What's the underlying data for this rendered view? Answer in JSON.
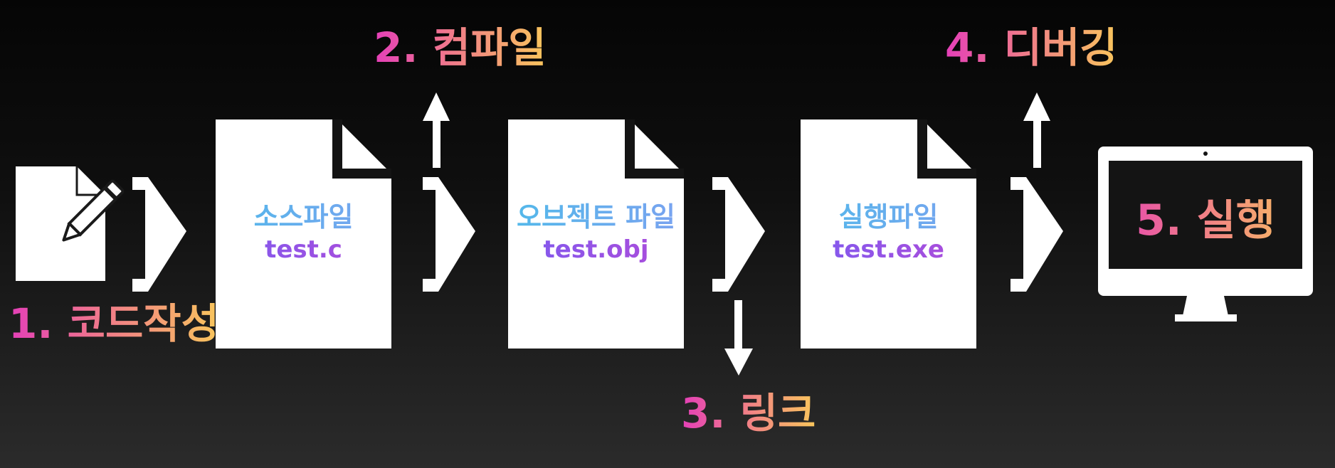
{
  "steps": {
    "write": "1. 코드작성",
    "compile": "2. 컴파일",
    "link": "3. 링크",
    "debug": "4. 디버깅",
    "run": "5. 실행"
  },
  "files": [
    {
      "title": "소스파일",
      "name": "test.c"
    },
    {
      "title": "오브젝트 파일",
      "name": "test.obj"
    },
    {
      "title": "실행파일",
      "name": "test.exe"
    }
  ],
  "colors": {
    "background": "#0a0a0a",
    "shape": "#ffffff",
    "label_gradient_start": "#e43fb8",
    "label_gradient_end": "#f9c65c",
    "file_title_color": "#52b9ea",
    "file_name_color": "#7d5bf0"
  },
  "icons": [
    "edit-document-icon",
    "document-icon",
    "chevron-arrow-icon",
    "arrow-up-icon",
    "arrow-down-icon",
    "monitor-icon"
  ]
}
